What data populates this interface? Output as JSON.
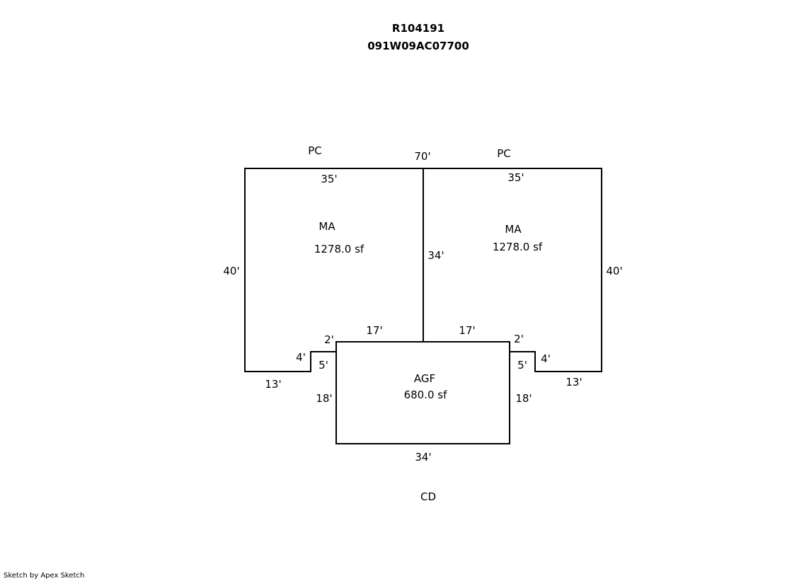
{
  "header": {
    "line1": "R104191",
    "line2": "091W09AC07700"
  },
  "areas": {
    "ma_left": {
      "code": "MA",
      "area": "1278.0 sf"
    },
    "ma_right": {
      "code": "MA",
      "area": "1278.0 sf"
    },
    "agf": {
      "code": "AGF",
      "area": "680.0 sf"
    }
  },
  "labels": {
    "pc_left": "PC",
    "pc_right": "PC",
    "cd": "CD"
  },
  "dimensions": {
    "top_total": "70'",
    "top_left": "35'",
    "top_right": "35'",
    "left_side": "40'",
    "right_side": "40'",
    "divider": "34'",
    "agf_top_left": "17'",
    "agf_top_right": "17'",
    "notch_left_top": "2'",
    "notch_right_top": "2'",
    "notch_left_width": "4'",
    "notch_right_width": "4'",
    "notch_left_height": "5'",
    "notch_right_height": "5'",
    "bottom_left": "13'",
    "bottom_right": "13'",
    "agf_left": "18'",
    "agf_right": "18'",
    "agf_bottom": "34'"
  },
  "footer": {
    "credit": "Sketch by Apex Sketch"
  }
}
